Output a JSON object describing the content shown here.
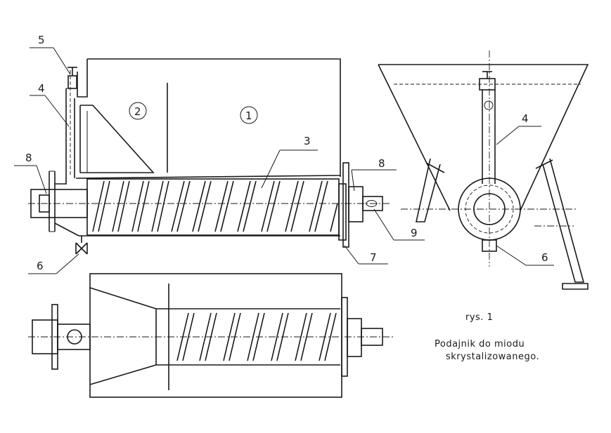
{
  "callouts": {
    "c1": "1",
    "c2": "2",
    "c3": "3",
    "c4": "4",
    "c5": "5",
    "c6": "6",
    "c7": "7",
    "c8": "8",
    "c9": "9",
    "side_c4": "4",
    "side_c6": "6",
    "side_c8": "8"
  },
  "caption": {
    "figure": "rys. 1",
    "line1": "Podajnik do miodu",
    "line2": "skrystalizowanego."
  }
}
